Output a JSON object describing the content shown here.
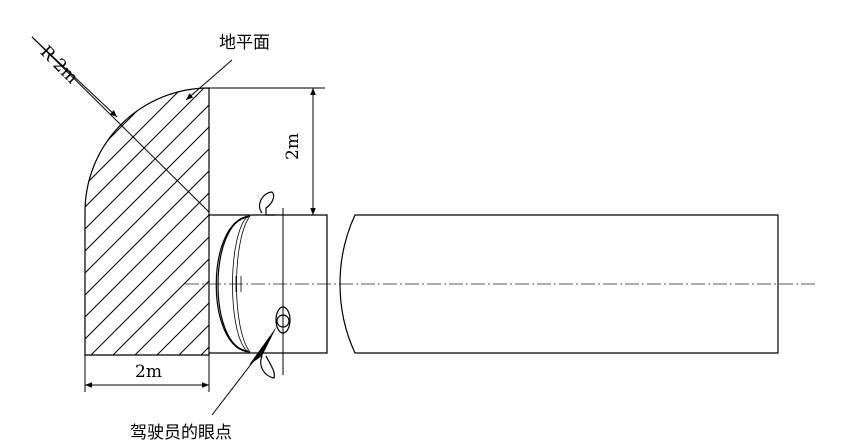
{
  "labels": {
    "radius": "R 2m",
    "ground_plane": "地平面",
    "height_dim": "2m",
    "width_dim": "2m",
    "driver_eye_point": "驾驶员的眼点"
  },
  "colors": {
    "line": "#000000",
    "centerline": "#555555"
  }
}
